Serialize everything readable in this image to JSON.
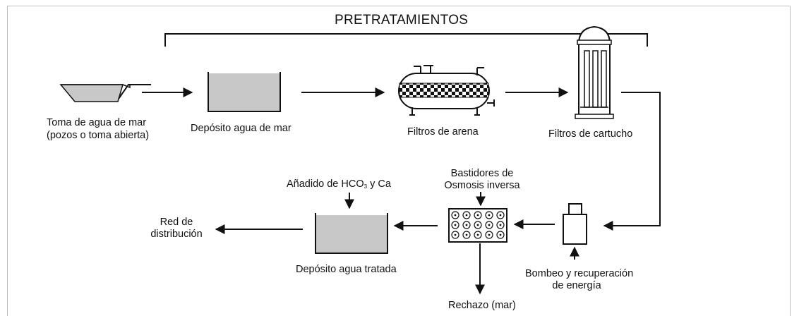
{
  "title": "PRETRATAMIENTOS",
  "labels": {
    "toma_line1": "Toma de agua de mar",
    "toma_line2": "(pozos o toma abierta)",
    "deposito_mar": "Depósito agua de mar",
    "filtros_arena": "Filtros de arena",
    "filtros_cartucho": "Filtros de cartucho",
    "bastidores_line1": "Bastidores de",
    "bastidores_line2": "Osmosis inversa",
    "anadido_prefix": "Añadido de HCO",
    "anadido_sub": "3",
    "anadido_suffix": " y Ca",
    "red_line1": "Red de",
    "red_line2": "distribución",
    "deposito_tratada": "Depósito agua tratada",
    "bombeo_line1": "Bombeo y recuperación",
    "bombeo_line2": "de energía",
    "rechazo": "Rechazo (mar)"
  }
}
